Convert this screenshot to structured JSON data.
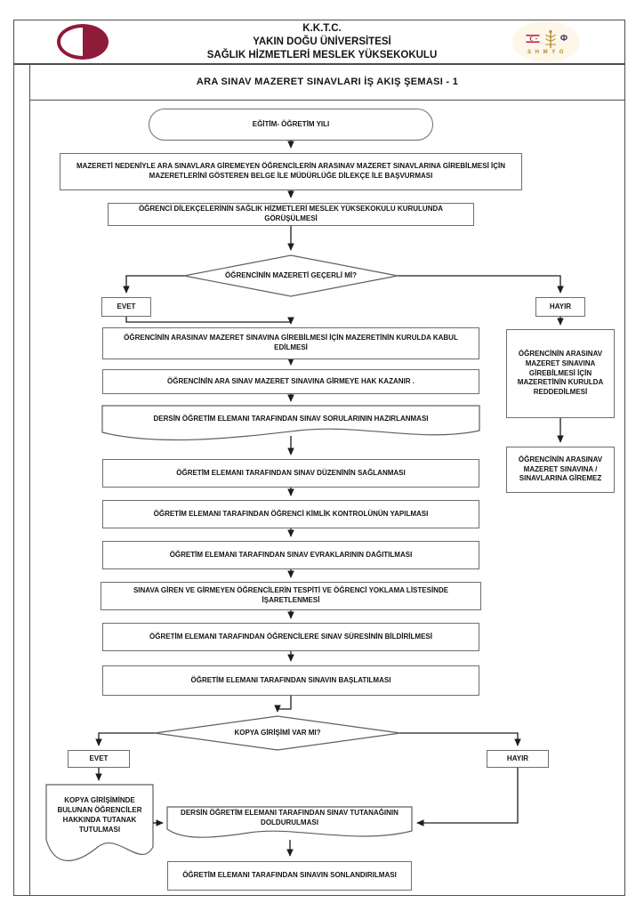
{
  "header": {
    "country": "K.K.T.C.",
    "university": "YAKIN DOĞU ÜNİVERSİTESİ",
    "school": "SAĞLIK HİZMETLERİ MESLEK YÜKSEKOKULU",
    "logo_letters": "S H M Y O"
  },
  "title": "ARA SINAV MAZERET SINAVLARI İŞ AKIŞ ŞEMASI - 1",
  "labels": {
    "yes": "EVET",
    "no": "HAYIR"
  },
  "flow": {
    "start": "EĞİTİM- ÖĞRETİM YILI",
    "apply": "MAZERETİ NEDENİYLE ARA SINAVLARA GİREMEYEN ÖĞRENCİLERİN ARASINAV MAZERET SINAVLARINA GİREBİLMESİ İÇİN MAZERETLERİNİ GÖSTEREN BELGE İLE MÜDÜRLÜĞE DİLEKÇE İLE BAŞVURMASI",
    "board_review": "ÖĞRENCİ DİLEKÇELERİNİN SAĞLIK HİZMETLERİ MESLEK YÜKSEKOKULU KURULUNDA GÖRÜŞÜLMESİ",
    "decision_excuse_valid": "ÖĞRENCİNİN MAZERETİ GEÇERLİ Mİ?",
    "excuse_accepted": "ÖĞRENCİNİN ARASINAV MAZERET SINAVINA GİREBİLMESİ İÇİN MAZERETİNİN KURULDA KABUL EDİLMESİ",
    "gains_right": "ÖĞRENCİNİN ARA SINAV MAZERET SINAVINA GİRMEYE HAK KAZANIR .",
    "prepare_questions": "DERSİN ÖĞRETİM ELEMANI TARAFINDAN SINAV SORULARININ HAZIRLANMASI",
    "exam_order": "ÖĞRETİM ELEMANI TARAFINDAN SINAV DÜZENİNİN SAĞLANMASI",
    "id_check": "ÖĞRETİM ELEMANI TARAFINDAN ÖĞRENCİ KİMLİK KONTROLÜNÜN YAPILMASI",
    "distribute_papers": "ÖĞRETİM ELEMANI TARAFINDAN SINAV EVRAKLARININ DAĞITILMASI",
    "attendance": "SINAVA GİREN VE GİRMEYEN ÖĞRENCİLERİN TESPİTİ VE ÖĞRENCİ YOKLAMA LİSTESİNDE İŞARETLENMESİ",
    "announce_duration": "ÖĞRETİM ELEMANI TARAFINDAN ÖĞRENCİLERE SINAV SÜRESİNİN BİLDİRİLMESİ",
    "start_exam": "ÖĞRETİM ELEMANI TARAFINDAN SINAVIN BAŞLATILMASI",
    "decision_cheating": "KOPYA GİRİŞİMİ VAR MI?",
    "cheating_report": "KOPYA GİRİŞİMİNDE BULUNAN ÖĞRENCİLER HAKKINDA TUTANAK TUTULMASI",
    "exam_minutes": "DERSİN ÖĞRETİM ELEMANI TARAFINDAN SINAV TUTANAĞININ DOLDURULMASI",
    "end_exam": "ÖĞRETİM ELEMANI TARAFINDAN SINAVIN SONLANDIRILMASI",
    "excuse_rejected": "ÖĞRENCİNİN ARASINAV MAZERET SINAVINA GİREBİLMESİ İÇİN MAZERETİNİN KURULDA REDDEDİLMESİ",
    "cannot_enter": "ÖĞRENCİNİN ARASINAV MAZERET SINAVINA / SINAVLARINA GİREMEZ"
  },
  "colors": {
    "maroon": "#8e1b3a",
    "gold": "#b08b2e",
    "purple": "#4b2a6b",
    "flag_red": "#cb1f2d",
    "line": "#1d1d1d",
    "box_border": "#6e6e6e",
    "frame": "#4f4f4f"
  }
}
